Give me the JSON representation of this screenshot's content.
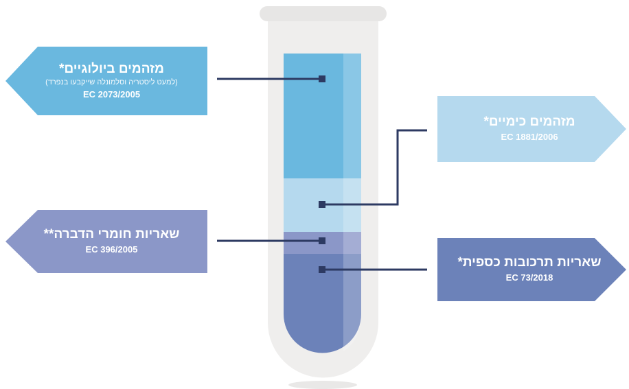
{
  "colors": {
    "biological": "#6ab8df",
    "chemical": "#b5d9ee",
    "pesticide": "#8b97c8",
    "mercury": "#6c82b9",
    "tube_glass": "#efeeed",
    "tube_cap": "#e7e6e5",
    "connector": "#2d3a62"
  },
  "labels": {
    "biological": {
      "title": "מזהמים ביולוגיים*",
      "subtitle": "(למעט ליסטריה וסלמונלה שייקבעו בנפרד)",
      "regulation": "EC 2073/2005"
    },
    "chemical": {
      "title": "מזהמים כימיים*",
      "regulation": "EC 1881/2006"
    },
    "pesticide": {
      "title": "שאריות חומרי הדברה**",
      "regulation": "EC 396/2005"
    },
    "mercury": {
      "title": "שאריות תרכובות כספית*",
      "regulation": "EC 73/2018"
    }
  }
}
